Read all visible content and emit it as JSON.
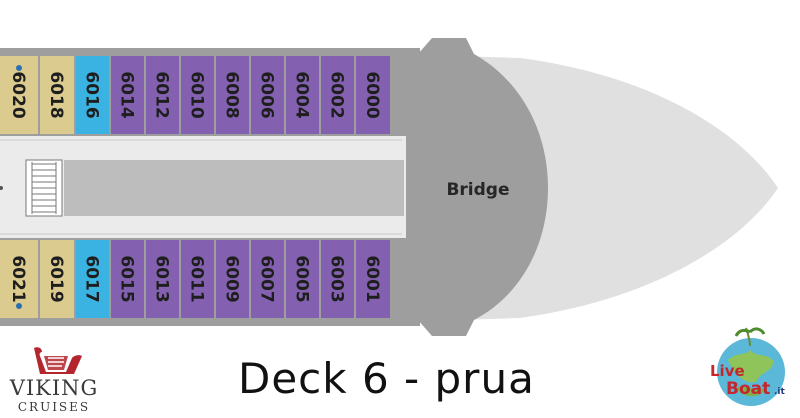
{
  "deck_title": "Deck 6 - prua",
  "bridge_label": "Bridge",
  "top_row": [
    "6020",
    "6018",
    "6016",
    "6014",
    "6012",
    "6010",
    "6008",
    "6006",
    "6004",
    "6002",
    "6000"
  ],
  "bottom_row": [
    "6021",
    "6019",
    "6017",
    "6015",
    "6013",
    "6011",
    "6009",
    "6007",
    "6005",
    "6003",
    "6001"
  ],
  "cabin_types": [
    "tan",
    "tan",
    "blue",
    "purple",
    "purple",
    "purple",
    "purple",
    "purple",
    "purple",
    "purple",
    "purple"
  ],
  "colors": {
    "tan": "#dccb8e",
    "blue": "#3bb3e2",
    "purple": "#8361b0",
    "hull": "#9e9e9e",
    "bow": "#e0e0e0",
    "corridor": "#ebebeb",
    "deck_core": "#bdbdbd"
  },
  "viking_logo": {
    "name": "VIKING",
    "sub": "CRUISES"
  },
  "liveboat_logo": "LiveBoat.it"
}
